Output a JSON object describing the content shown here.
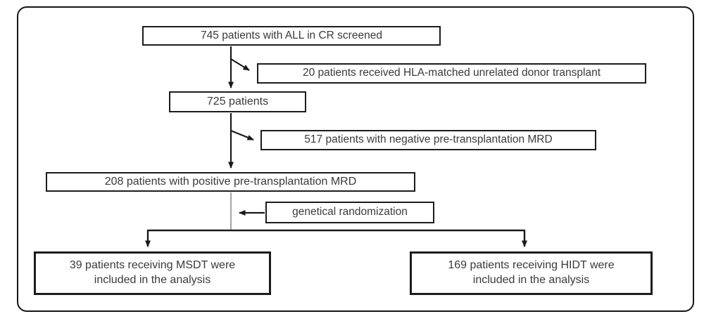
{
  "diagram": {
    "type": "flowchart",
    "nodes": {
      "screened": {
        "label": "745 patients with ALL in CR screened"
      },
      "excl_unrelated": {
        "label": "20 patients received HLA-matched unrelated donor transplant"
      },
      "remaining": {
        "label": "725 patients"
      },
      "excl_mrdneg": {
        "label": "517 patients with negative pre-transplantation MRD"
      },
      "mrdpos": {
        "label": "208 patients with positive pre-transplantation MRD"
      },
      "randomization": {
        "label": "genetical randomization"
      },
      "msdt": {
        "label": "39 patients receiving MSDT were included in the analysis"
      },
      "hidt": {
        "label": "169 patients receiving HIDT were included in the analysis"
      }
    },
    "colors": {
      "line": "#1a1a1a",
      "box_border": "#1c1c1c",
      "text": "#3a3a3a",
      "background": "#ffffff"
    }
  }
}
